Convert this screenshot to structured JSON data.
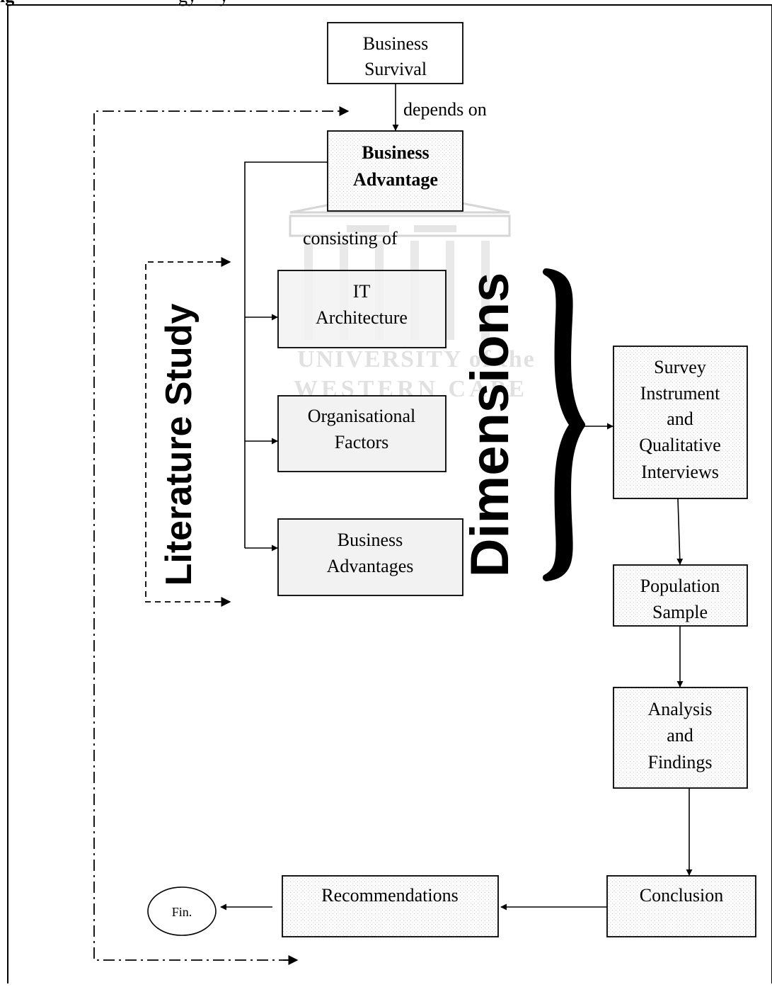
{
  "header_fragment": "ig",
  "header_fragment_2": "gy",
  "header_fragment_3": "y",
  "watermark": {
    "line1": "UNIVERSITY of the",
    "line2": "WESTERN CAPE"
  },
  "boxes": {
    "business_survival": [
      "Business",
      "Survival"
    ],
    "business_advantage": [
      "Business",
      "Advantage"
    ],
    "it_architecture": [
      "IT",
      "Architecture"
    ],
    "organisational_factors": [
      "Organisational",
      "Factors"
    ],
    "business_advantages": [
      "Business",
      "Advantages"
    ],
    "survey_instrument": [
      "Survey",
      "Instrument",
      "and",
      "Qualitative",
      "Interviews"
    ],
    "population_sample": [
      "Population",
      "Sample"
    ],
    "analysis_findings": [
      "Analysis",
      "and",
      "Findings"
    ],
    "conclusion": [
      "Conclusion"
    ],
    "recommendations": [
      "Recommendations"
    ],
    "fin": [
      "Fin."
    ]
  },
  "labels": {
    "depends_on": "depends on",
    "consisting_of": "consisting of",
    "literature_study": "Literature Study",
    "dimensions": "Dimensions"
  },
  "colors": {
    "line": "#000000",
    "box_gray": "#f2f2f2",
    "box_white": "#ffffff",
    "dot_pattern": "#c8c8c8",
    "watermark": "#c9c9c9"
  }
}
